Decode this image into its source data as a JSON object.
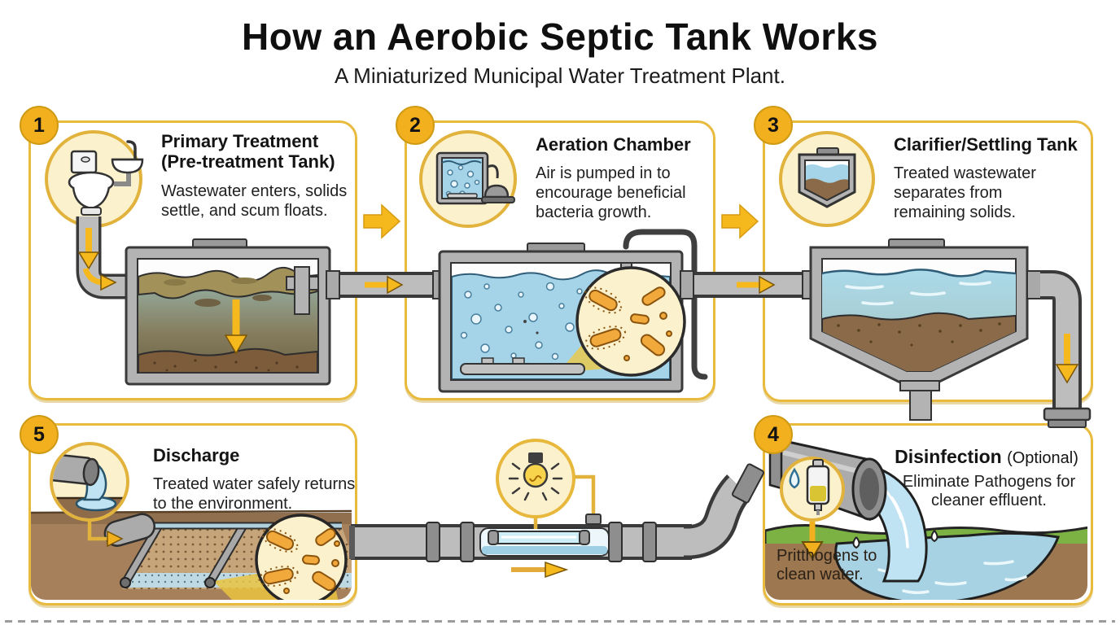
{
  "header": {
    "title": "How an Aerobic Septic Tank Works",
    "subtitle": "A Miniaturized Municipal Water Treatment Plant."
  },
  "steps": {
    "s1": {
      "number": "1",
      "title_line1": "Primary Treatment",
      "title_line2": "(Pre-treatment Tank)",
      "description": "Wastewater enters, solids settle, and scum floats."
    },
    "s2": {
      "number": "2",
      "title": "Aeration Chamber",
      "description": "Air is pumped in to encourage beneficial bacteria growth."
    },
    "s3": {
      "number": "3",
      "title": "Clarifier/Settling Tank",
      "description": "Treated wastewater separates from remaining solids."
    },
    "s4": {
      "number": "4",
      "title": "Disinfection",
      "title_suffix": "(Optional)",
      "description": "Eliminate Pathogens for cleaner effluent.",
      "caption": "Pritthogens to clean water."
    },
    "s5": {
      "number": "5",
      "title": "Discharge",
      "description": "Treated water safely returns to the environment."
    }
  },
  "icons": {
    "step1": "toilet-and-sink-icon",
    "step2": "aeration-tank-pump-icon",
    "step3": "settling-tank-icon",
    "step4": "chlorine-bottle-droplet-icon",
    "step5": "discharge-pipe-icon",
    "middle": "uv-light-bulb-icon",
    "magnified": "bacteria-magnifier-icon"
  },
  "colors": {
    "panel_border": "#E8BA3E",
    "badge": "#F2B01E",
    "arrow": "#F5B91E",
    "water": "#A5D4E9",
    "pond": "#A6D2E3",
    "soil": "#9C7750",
    "grass": "#7CB244",
    "sludge": "#8A6A48",
    "scum": "#A3915A",
    "pipe": "#BDBDBD",
    "bacteria": "#F2A93B",
    "icon_circle": "#FBF1CD"
  }
}
